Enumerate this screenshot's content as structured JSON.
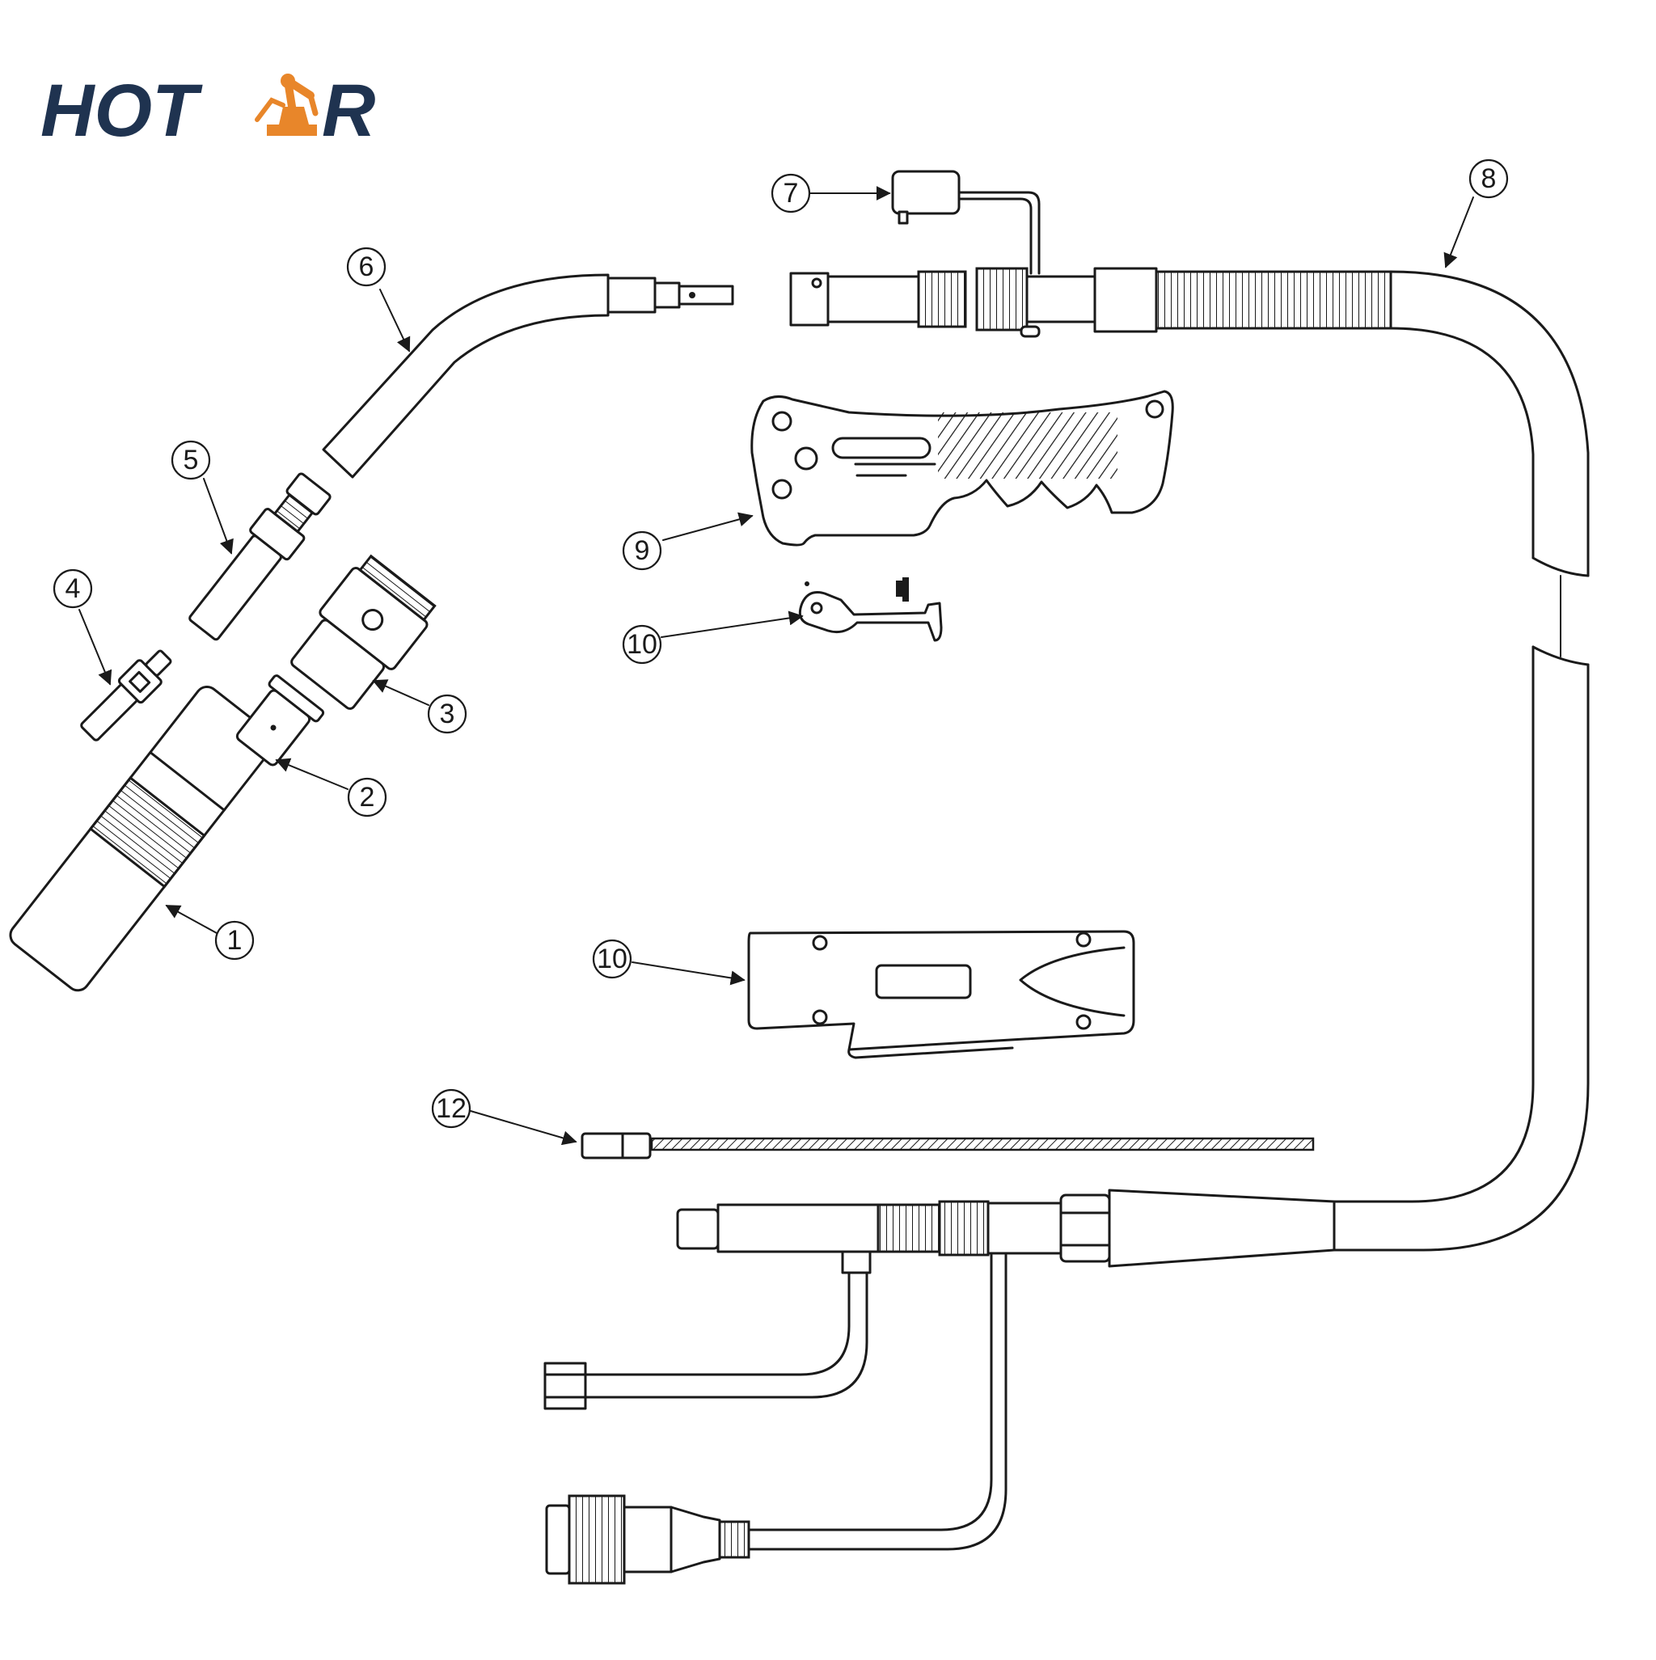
{
  "brand": {
    "logo_text_left": "HOT",
    "logo_text_right": "R",
    "navy": "#1f3350",
    "orange": "#e8862a",
    "logo_icon": "robot-arm-icon"
  },
  "callouts": [
    "1",
    "2",
    "3",
    "4",
    "5",
    "6",
    "7",
    "8",
    "9",
    "10",
    "10",
    "12"
  ]
}
